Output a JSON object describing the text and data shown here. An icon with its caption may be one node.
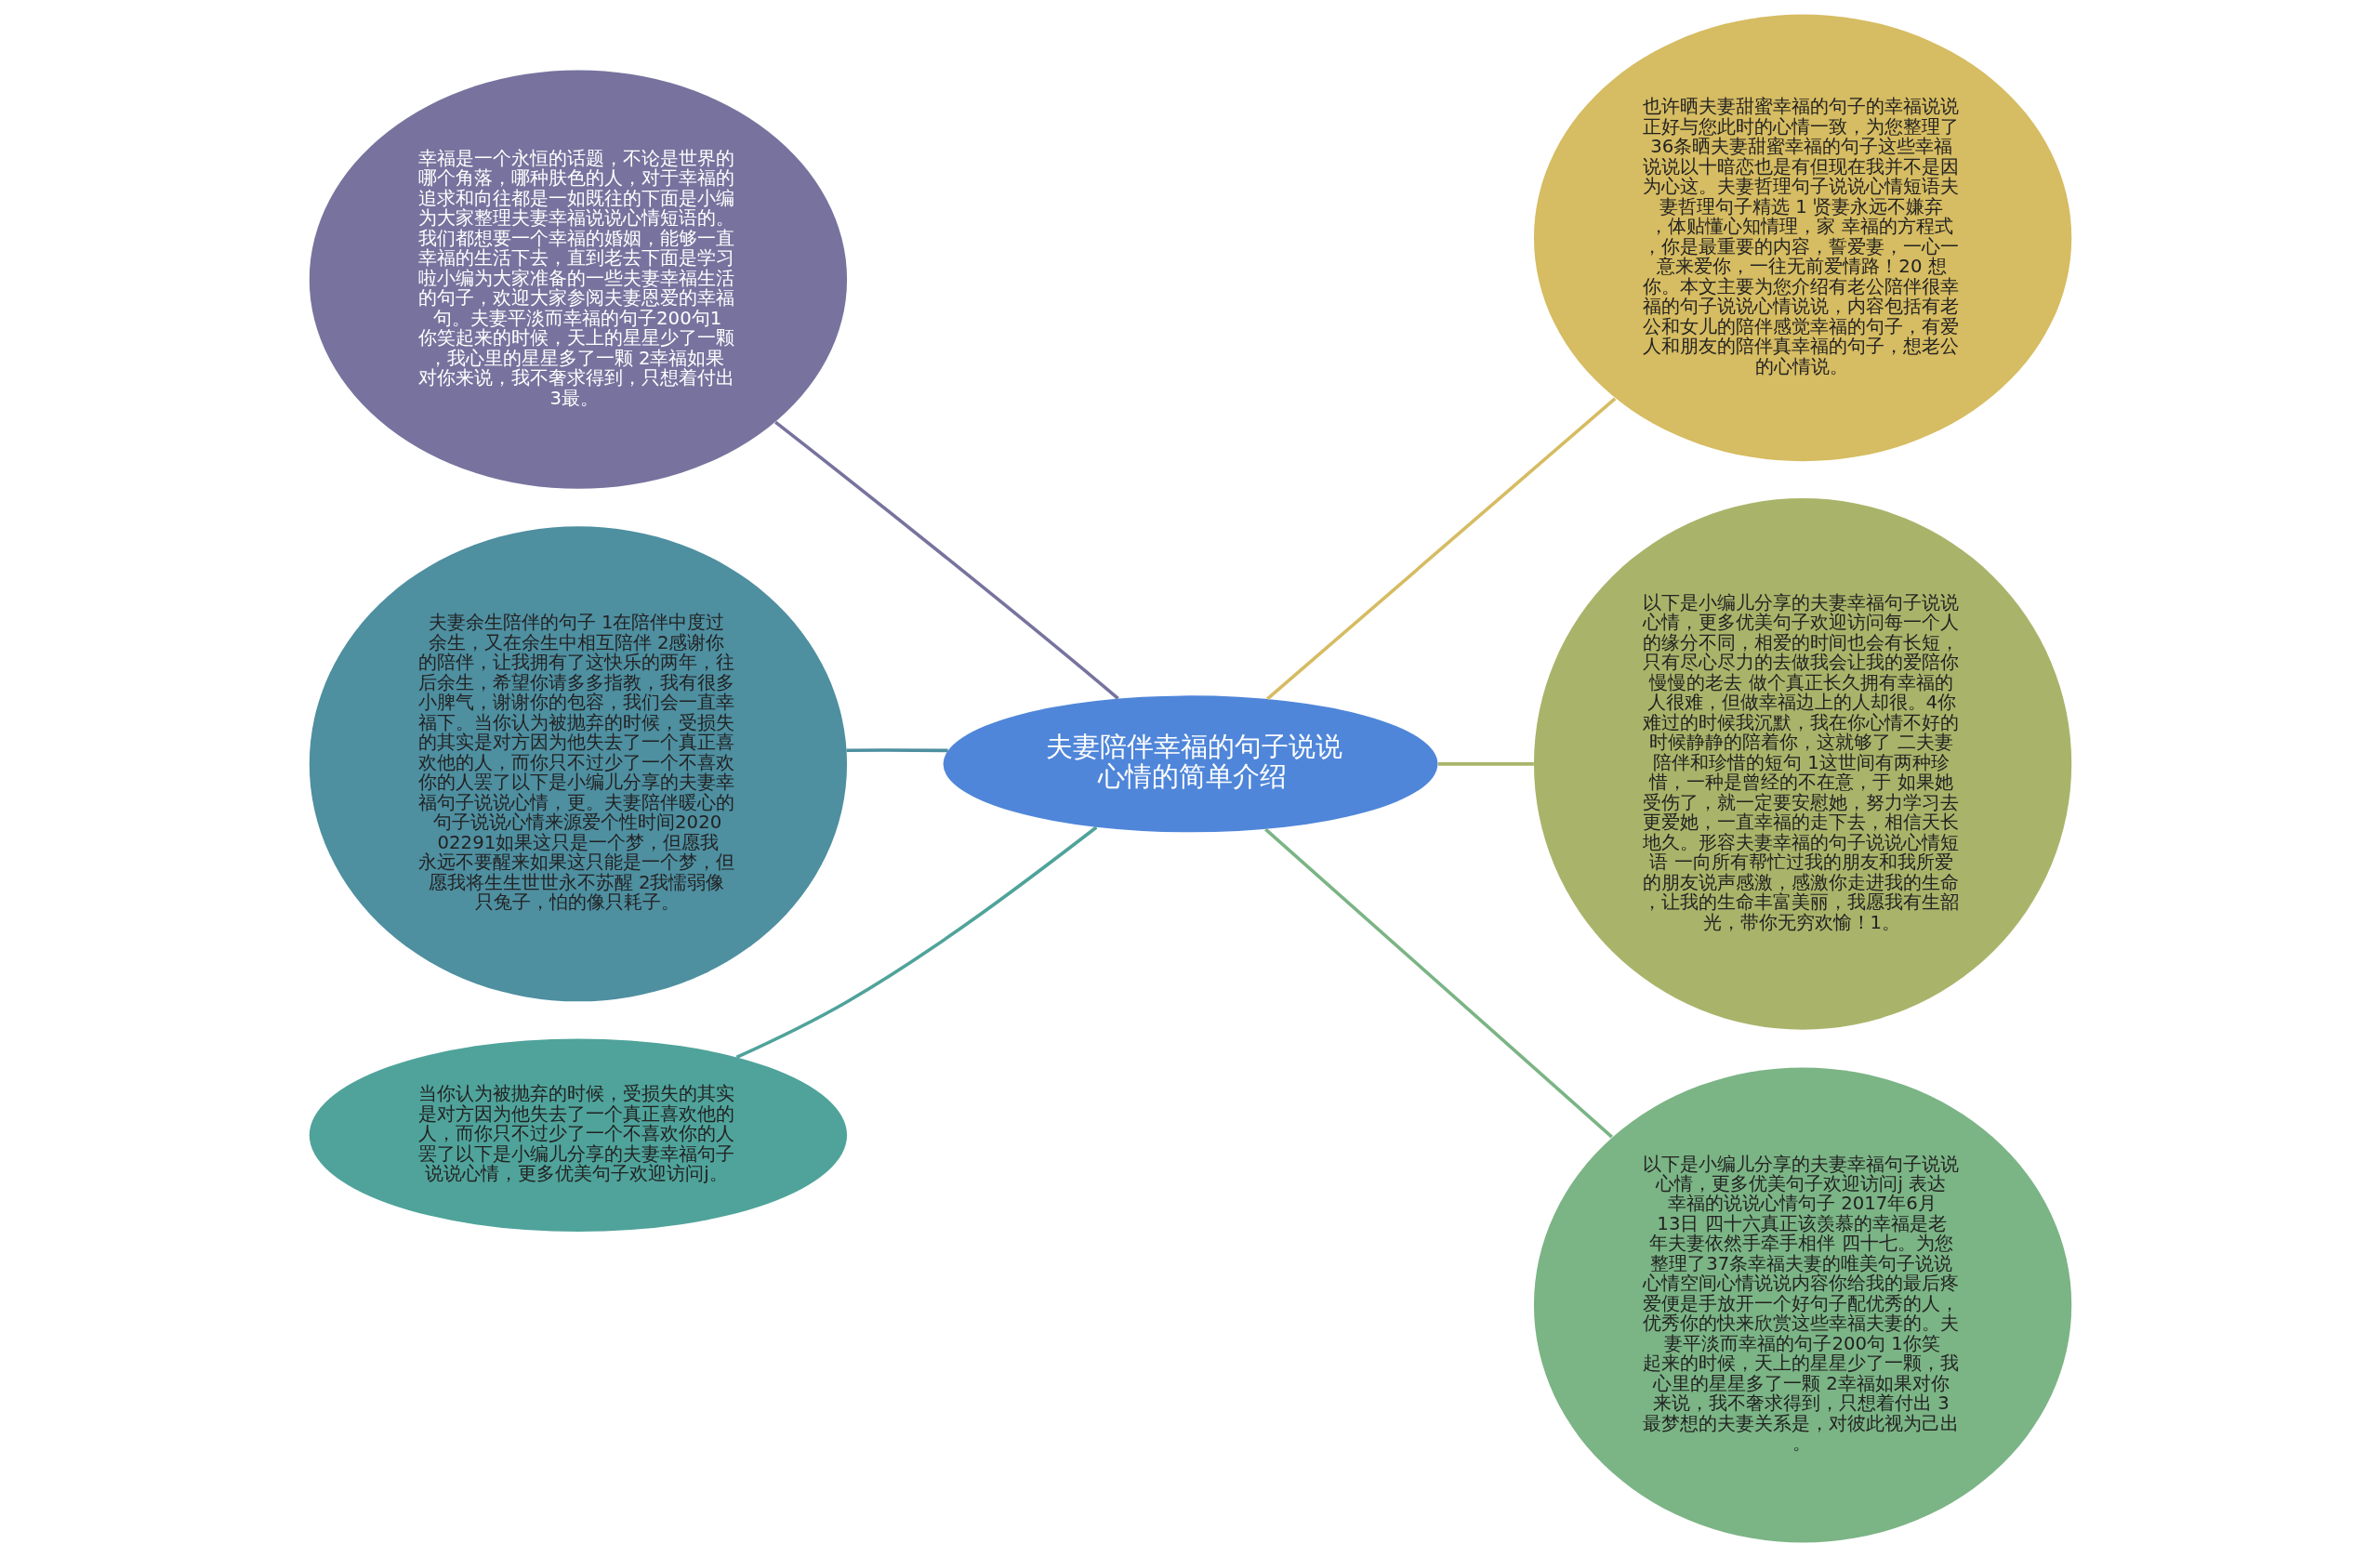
{
  "diagram": {
    "nodes": [
      {
        "text": [
          "夫妻陪伴幸福的句子说说心情的简单介绍"
        ]
      },
      {
        "text": [
          "幸福是一个永恒的话题，不论是世界的哪个角落，哪种肤色的人，对于幸福的追求和向往都是一如既往的下面是小编为大家整理夫妻幸福说说心情短语的。我们都想要一个幸福的婚姻，能够一直幸福的生活下去，直到老去下面是学习啦小编为大家准备的一些夫妻幸福生活的句子，欢迎大家参阅夫妻恩爱的幸福句。夫妻平淡而幸福的句子200句1你笑起来的时候，天上的星星少了一颗，我心里的星星多了一颗 2幸福如果对你来说，我不奢求得到，只想着付出 3最。"
        ]
      },
      {
        "text": [
          "夫妻余生陪伴的句子 1在陪伴中度过余生，又在余生中相互陪伴 2感谢你的陪伴，让我拥有了这快乐的两年，往后余生，希望你请多多指教，我有很多小脾气，谢谢你的包容，我们会一直幸福下。当你认为被抛弃的时候，受损失的其实是对方因为他失去了一个真正喜欢他的人，而你只不过少了一个不喜欢你的人罢了以下是小编儿分享的夫妻幸福句子说说心情，更。夫妻陪伴暖心的句子说说心情来源爱个性时间202002291如果这只是一个梦，但愿我永远不要醒来如果这只能是一个梦，但愿我将生生世世永不苏醒 2我懦弱像只兔子，怕的像只耗子。"
        ]
      },
      {
        "text": [
          "当你认为被抛弃的时候，受损失的其实是对方因为他失去了一个真正喜欢他的人，而你只不过少了一个不喜欢你的人罢了以下是小编儿分享的夫妻幸福句子说说心情，更多优美句子欢迎访问j。"
        ]
      },
      {
        "text": [
          "也许晒夫妻甜蜜幸福的句子的幸福说说正好与您此时的心情一致，为您整理了36条晒夫妻甜蜜幸福的句子这些幸福说说以十暗恋也是有但现在我并不是因为心这。夫妻哲理句子说说心情短语夫妻哲理句子精选 1 贤妻永远不嫌弃，体贴懂心知情理，家 幸福的方程式，你是最重要的内容，誓爱妻，一心一意来爱你，一往无前爱情路！20 想你。本文主要为您介绍有老公陪伴很幸福的句子说说心情说说，内容包括有老公和女儿的陪伴感觉幸福的句子，有爱人和朋友的陪伴真幸福的句子，想老公的心情说。"
        ]
      },
      {
        "text": [
          "以下是小编儿分享的夫妻幸福句子说说心情，更多优美句子欢迎访问每一个人的缘分不同，相爱的时间也会有长短，只有尽心尽力的去做我会让我的爱陪你慢慢的老去 做个真正长久拥有幸福的人很难，但做幸福边上的人却很。4你难过的时候我沉默，我在你心情不好的时候静静的陪着你，这就够了 二夫妻陪伴和珍惜的短句 1这世间有两种珍惜，一种是曾经的不在意，于 如果她受伤了，就一定要安慰她，努力学习去更爱她，一直幸福的走下去，相信天长地久。形容夫妻幸福的句子说说心情短语 一向所有帮忙过我的朋友和我所爱的朋友说声感激，感激你走进我的生命，让我的生命丰富美丽，我愿我有生韶光，带你无穷欢愉！1。"
        ]
      },
      {
        "text": [
          "以下是小编儿分享的夫妻幸福句子说说心情，更多优美句子欢迎访问j 表达幸福的说说心情句子 2017年6月13日 四十六真正该羡慕的幸福是老年夫妻依然手牵手相伴 四十七。为您整理了37条幸福夫妻的唯美句子说说心情空间心情说说内容你给我的最后疼爱便是手放开一个好句子配优秀的人，优秀你的快来欣赏这些幸福夫妻的。夫妻平淡而幸福的句子200句 1你笑起来的时候，天上的星星少了一颗，我心里的星星多了一颗 2幸福如果对你来说，我不奢求得到，只想着付出 3最梦想的夫妻关系是，对彼此视为己出。"
        ]
      }
    ],
    "edges": [
      {
        "from": 0,
        "to": 1,
        "arrow": "none",
        "color": "#77739e"
      },
      {
        "from": 0,
        "to": 2,
        "arrow": "none",
        "color": "#4e8fa0"
      },
      {
        "from": 0,
        "to": 3,
        "arrow": "none",
        "color": "#4fa39a"
      },
      {
        "from": 0,
        "to": 4,
        "arrow": "none",
        "color": "#d6bc62"
      },
      {
        "from": 0,
        "to": 5,
        "arrow": "none",
        "color": "#a9b46a"
      },
      {
        "from": 0,
        "to": 6,
        "arrow": "none",
        "color": "#7bb485"
      }
    ]
  }
}
